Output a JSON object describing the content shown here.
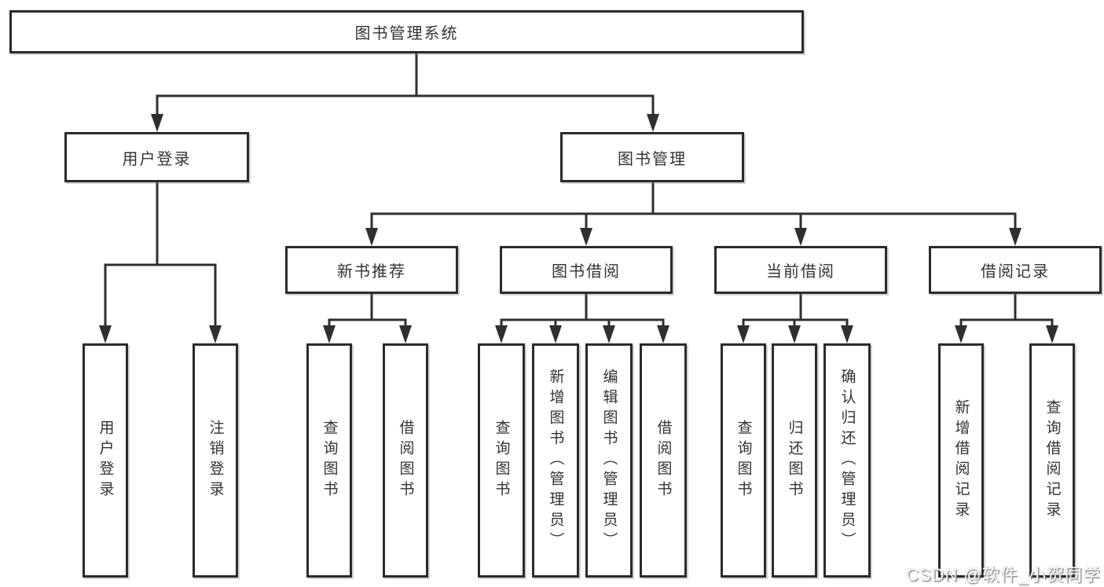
{
  "diagram": {
    "root": {
      "label": "图书管理系统"
    },
    "level2": [
      {
        "label": "用户登录"
      },
      {
        "label": "图书管理"
      }
    ],
    "level3": [
      {
        "label": "新书推荐",
        "parent": "图书管理"
      },
      {
        "label": "图书借阅",
        "parent": "图书管理"
      },
      {
        "label": "当前借阅",
        "parent": "图书管理"
      },
      {
        "label": "借阅记录",
        "parent": "图书管理"
      }
    ],
    "leaves": [
      {
        "label": "用户登录",
        "parent": "用户登录"
      },
      {
        "label": "注销登录",
        "parent": "用户登录"
      },
      {
        "label": "查询图书",
        "parent": "新书推荐"
      },
      {
        "label": "借阅图书",
        "parent": "新书推荐"
      },
      {
        "label": "查询图书",
        "parent": "图书借阅"
      },
      {
        "label": "新增图书（管理员）",
        "parent": "图书借阅"
      },
      {
        "label": "编辑图书（管理员）",
        "parent": "图书借阅"
      },
      {
        "label": "借阅图书",
        "parent": "图书借阅"
      },
      {
        "label": "查询图书",
        "parent": "当前借阅"
      },
      {
        "label": "归还图书",
        "parent": "当前借阅"
      },
      {
        "label": "确认归还（管理员）",
        "parent": "当前借阅"
      },
      {
        "label": "新增借阅记录",
        "parent": "借阅记录"
      },
      {
        "label": "查询借阅记录",
        "parent": "借阅记录"
      }
    ]
  },
  "watermark": {
    "text": "CSDN @软件_小贺同学"
  },
  "colors": {
    "line": "#2f2f2f",
    "box_border": "#2b2b2b",
    "text": "#333333",
    "background": "#ffffff",
    "watermark": "#d9d9d9"
  }
}
